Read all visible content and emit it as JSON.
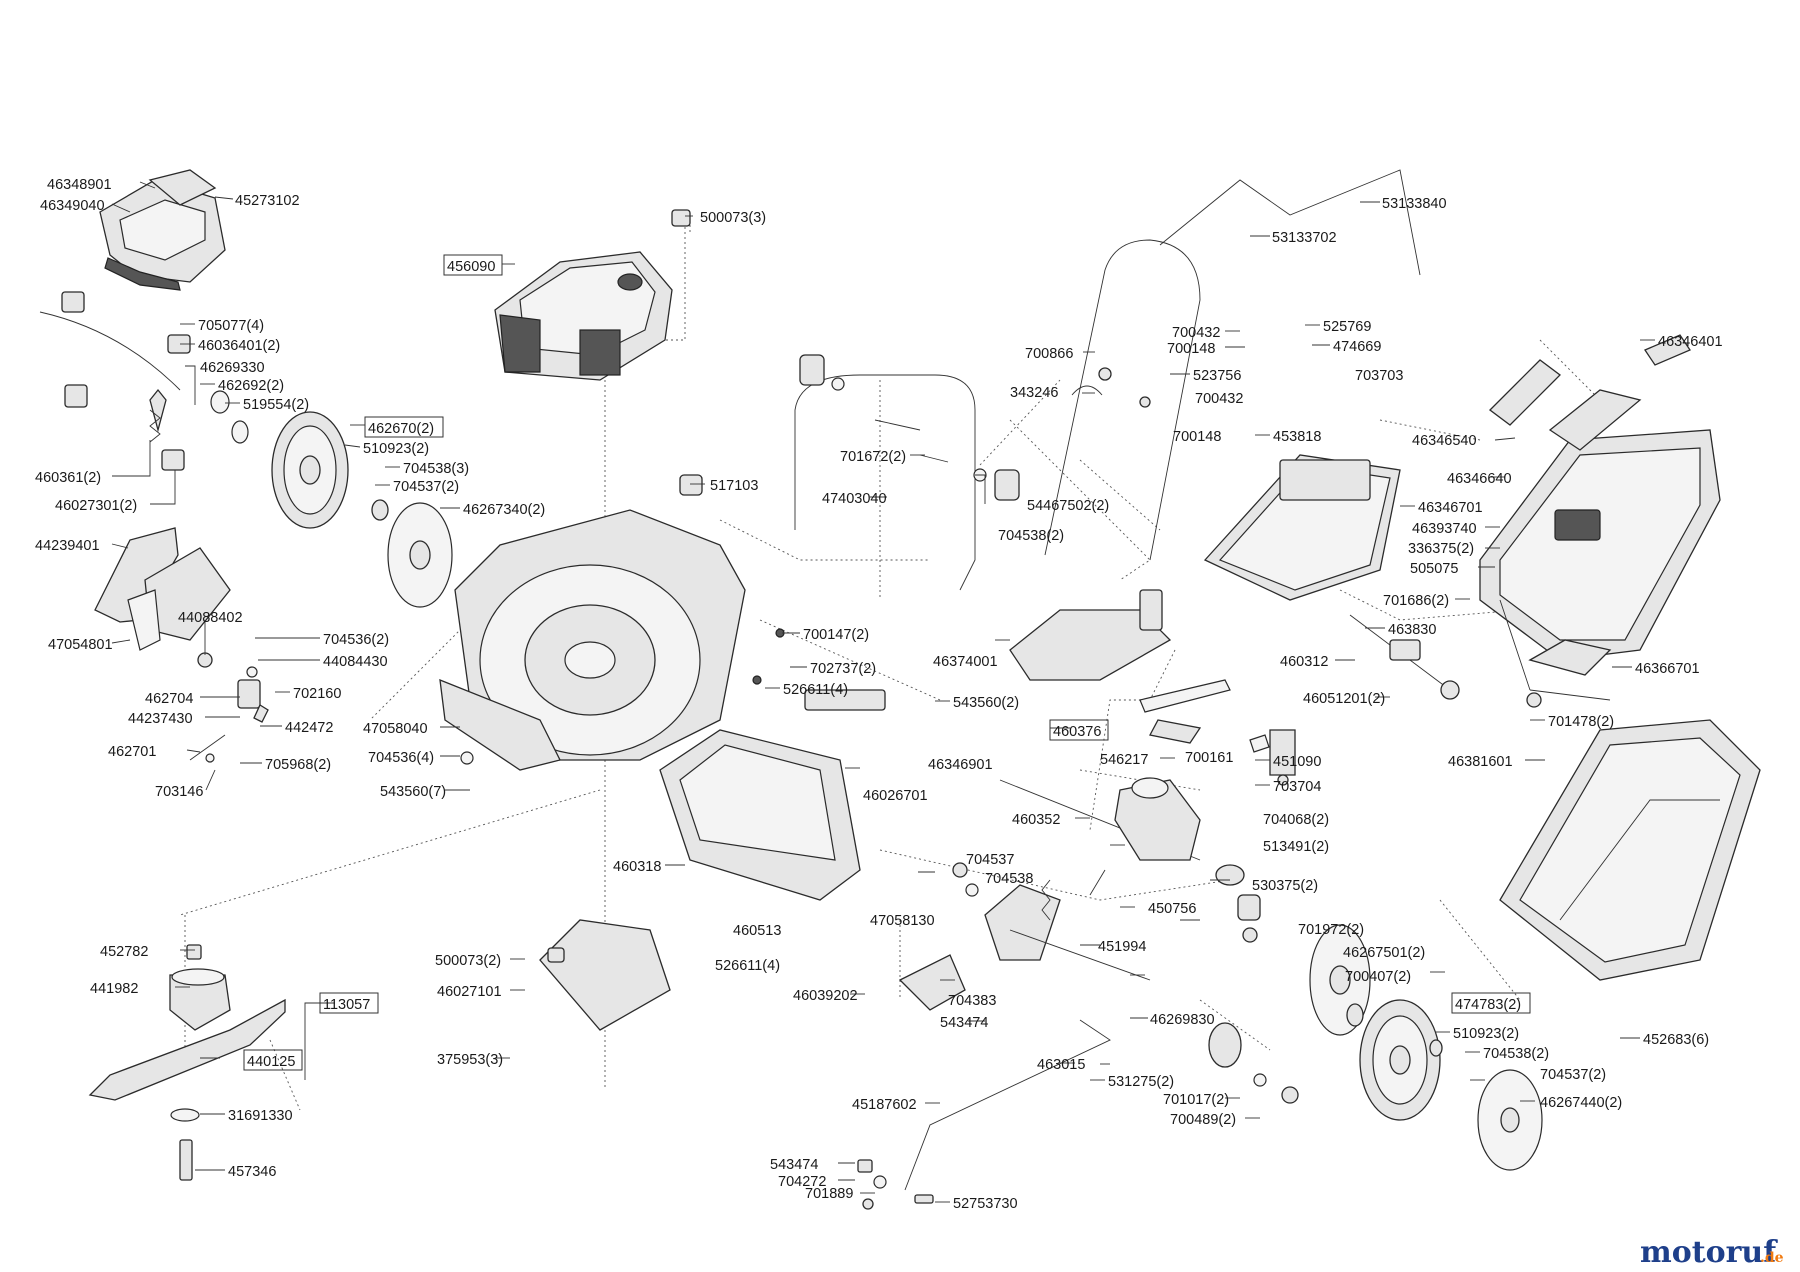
{
  "labels": {
    "l_46348901": "46348901",
    "l_46349040": "46349040",
    "l_45273102": "45273102",
    "l_500073_3": "500073(3)",
    "l_456090": "456090",
    "l_53133840": "53133840",
    "l_53133702": "53133702",
    "l_705077_4": "705077(4)",
    "l_46036401_2": "46036401(2)",
    "l_46269330": "46269330",
    "l_462692_2": "462692(2)",
    "l_519554_2": "519554(2)",
    "l_462670_2": "462670(2)",
    "l_510923_2a": "510923(2)",
    "l_704538_3": "704538(3)",
    "l_704537_2a": "704537(2)",
    "l_46267340_2": "46267340(2)",
    "l_460361_2": "460361(2)",
    "l_46027301_2": "46027301(2)",
    "l_44239401": "44239401",
    "l_47054801": "47054801",
    "l_44088402": "44088402",
    "l_704536_2": "704536(2)",
    "l_44084430": "44084430",
    "l_702160": "702160",
    "l_462704": "462704",
    "l_44237430": "44237430",
    "l_442472": "442472",
    "l_462701": "462701",
    "l_705968_2": "705968(2)",
    "l_703146": "703146",
    "l_517103": "517103",
    "l_701672_2": "701672(2)",
    "l_47403040": "47403040",
    "l_54467502_2": "54467502(2)",
    "l_704538_2a": "704538(2)",
    "l_700866": "700866",
    "l_343246": "343246",
    "l_700432a": "700432",
    "l_700148a": "700148",
    "l_525769": "525769",
    "l_474669": "474669",
    "l_523756": "523756",
    "l_703703": "703703",
    "l_700432b": "700432",
    "l_700148b": "700148",
    "l_453818": "453818",
    "l_46346401": "46346401",
    "l_46346540": "46346540",
    "l_46346640": "46346640",
    "l_46346701": "46346701",
    "l_46393740": "46393740",
    "l_336375_2": "336375(2)",
    "l_505075": "505075",
    "l_701686_2": "701686(2)",
    "l_463830": "463830",
    "l_460312": "460312",
    "l_46051201_2": "46051201(2)",
    "l_46366701": "46366701",
    "l_701478_2": "701478(2)",
    "l_46381601": "46381601",
    "l_700147_2": "700147(2)",
    "l_702737_2": "702737(2)",
    "l_46374001": "46374001",
    "l_526611_4a": "526611(4)",
    "l_543560_2": "543560(2)",
    "l_47058040": "47058040",
    "l_704536_4": "704536(4)",
    "l_543560_7": "543560(7)",
    "l_460376": "460376",
    "l_46346901": "46346901",
    "l_546217": "546217",
    "l_700161": "700161",
    "l_451090": "451090",
    "l_703704": "703704",
    "l_46026701": "46026701",
    "l_460352": "460352",
    "l_704068_2": "704068(2)",
    "l_513491_2": "513491(2)",
    "l_460318": "460318",
    "l_704537": "704537",
    "l_704538": "704538",
    "l_530375_2": "530375(2)",
    "l_450756": "450756",
    "l_451994": "451994",
    "l_460513": "460513",
    "l_47058130": "47058130",
    "l_701972_2": "701972(2)",
    "l_46267501_2": "46267501(2)",
    "l_526611_4b": "526611(4)",
    "l_700407_2": "700407(2)",
    "l_474783_2": "474783(2)",
    "l_452782": "452782",
    "l_500073_2": "500073(2)",
    "l_113057": "113057",
    "l_46039202": "46039202",
    "l_704383": "704383",
    "l_441982": "441982",
    "l_46027101": "46027101",
    "l_46269830": "46269830",
    "l_543474a": "543474",
    "l_510923_2b": "510923(2)",
    "l_704538_2b": "704538(2)",
    "l_452683_6": "452683(6)",
    "l_440125": "440125",
    "l_375953_3": "375953(3)",
    "l_463015": "463015",
    "l_531275_2": "531275(2)",
    "l_704537_2b": "704537(2)",
    "l_701017_2": "701017(2)",
    "l_700489_2": "700489(2)",
    "l_46267440_2": "46267440(2)",
    "l_45187602": "45187602",
    "l_31691330": "31691330",
    "l_457346": "457346",
    "l_543474b": "543474",
    "l_704272": "704272",
    "l_701889": "701889",
    "l_52753730": "52753730"
  },
  "logo": {
    "brand": "motoruf",
    "suffix": ".de"
  },
  "colors": {
    "logo_blue": "#1e3f8a",
    "logo_orange": "#f07a10",
    "line": "#2b2b2b",
    "part_fill": "#e6e6e6"
  }
}
